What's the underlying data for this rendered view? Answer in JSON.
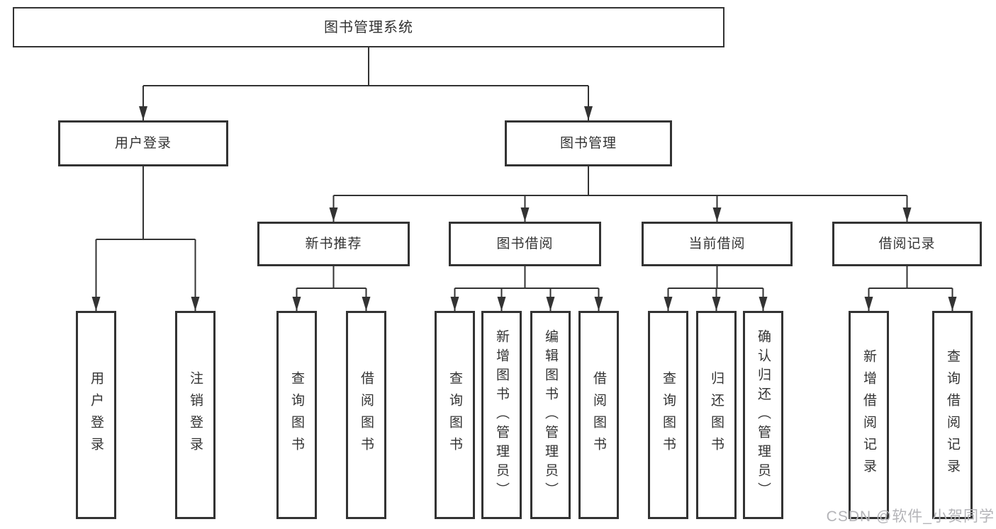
{
  "colors": {
    "line": "#333333",
    "text": "#333333",
    "background": "#ffffff",
    "watermark_color": "#b4b4b8"
  },
  "watermark": "CSDN @软件_小贺同学",
  "tree": {
    "label": "图书管理系统",
    "children": [
      {
        "label": "用户登录",
        "children": [
          {
            "label": "用户登录"
          },
          {
            "label": "注销登录"
          }
        ]
      },
      {
        "label": "图书管理",
        "children": [
          {
            "label": "新书推荐",
            "children": [
              {
                "label": "查询图书"
              },
              {
                "label": "借阅图书"
              }
            ]
          },
          {
            "label": "图书借阅",
            "children": [
              {
                "label": "查询图书"
              },
              {
                "label": "新增图书（管理员）"
              },
              {
                "label": "编辑图书（管理员）"
              },
              {
                "label": "借阅图书"
              }
            ]
          },
          {
            "label": "当前借阅",
            "children": [
              {
                "label": "查询图书"
              },
              {
                "label": "归还图书"
              },
              {
                "label": "确认归还（管理员）"
              }
            ]
          },
          {
            "label": "借阅记录",
            "children": [
              {
                "label": "新增借阅记录"
              },
              {
                "label": "查询借阅记录"
              }
            ]
          }
        ]
      }
    ]
  }
}
